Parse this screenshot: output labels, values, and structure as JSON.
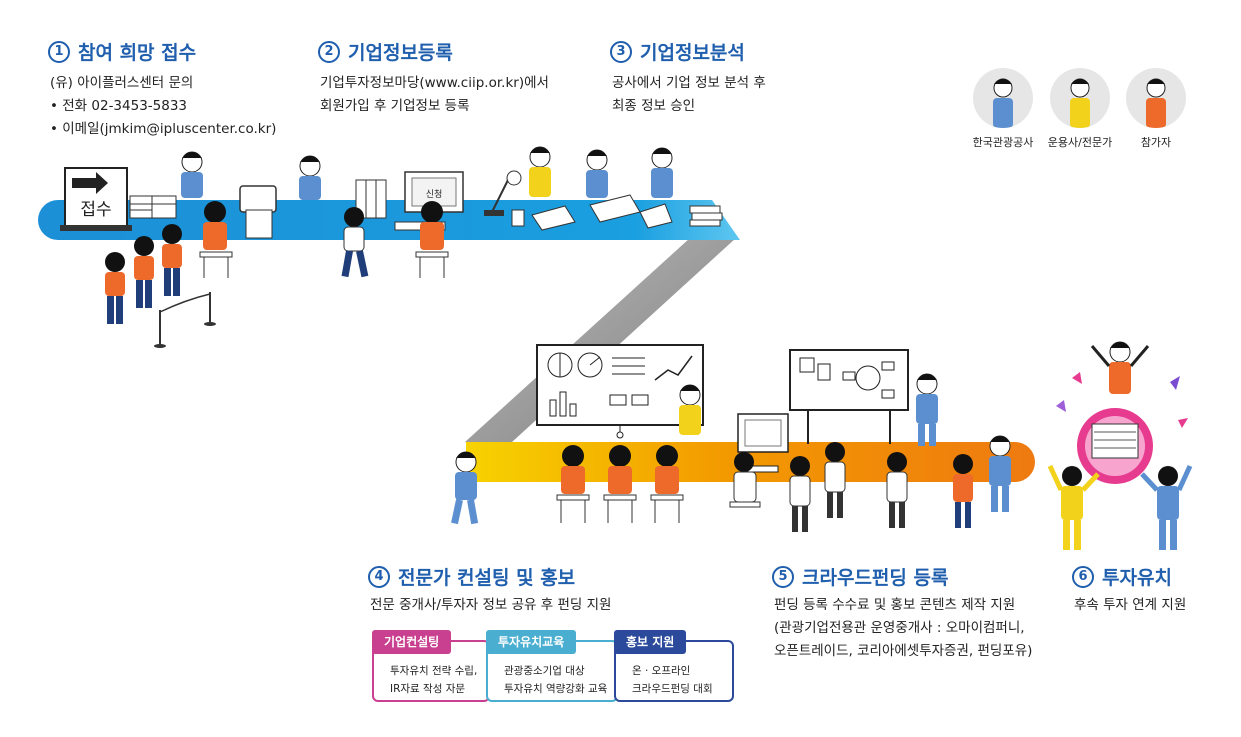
{
  "steps": [
    {
      "number": "1",
      "title": "참여 희망 접수",
      "lines": [
        "(유) 아이플러스센터 문의",
        "• 전화 02-3453-5833",
        "• 이메일(jmkim@ipluscenter.co.kr)"
      ]
    },
    {
      "number": "2",
      "title": "기업정보등록",
      "lines": [
        "기업투자정보마당(www.ciip.or.kr)에서",
        "회원가입 후 기업정보 등록"
      ]
    },
    {
      "number": "3",
      "title": "기업정보분석",
      "lines": [
        "공사에서 기업 정보 분석 후",
        "최종 정보 승인"
      ]
    },
    {
      "number": "4",
      "title": "전문가 컨설팅 및 홍보",
      "lines": [
        "전문 중개사/투자자 정보 공유 후 펀딩 지원"
      ]
    },
    {
      "number": "5",
      "title": "크라우드펀딩 등록",
      "lines": [
        "펀딩 등록 수수료 및 홍보 콘텐츠 제작 지원",
        "(관광기업전용관 운영중개사 : 오마이컴퍼니,",
        "오픈트레이드, 코리아에셋투자증권, 펀딩포유)"
      ]
    },
    {
      "number": "6",
      "title": "투자유치",
      "lines": [
        "후속 투자 연계 지원"
      ]
    }
  ],
  "legend": [
    {
      "label": "한국관광공사",
      "color": "#5b8fd0"
    },
    {
      "label": "운용사/전문가",
      "color": "#f2d21b"
    },
    {
      "label": "참가자",
      "color": "#ee6a2a"
    }
  ],
  "boxes": [
    {
      "tag": "기업컨설팅",
      "color": "#c8408f",
      "lines": [
        "투자유치 전략 수립,",
        "IR자료 작성 자문"
      ]
    },
    {
      "tag": "투자유치교육",
      "color": "#4aaed0",
      "lines": [
        "관광중소기업 대상",
        "투자유치 역량강화 교육"
      ]
    },
    {
      "tag": "홍보 지원",
      "color": "#2b4a9c",
      "lines": [
        "온 · 오프라인",
        "크라우드펀딩 대회"
      ]
    }
  ],
  "signs": {
    "reception": "접수",
    "monitor": "신청"
  },
  "colors": {
    "title": "#1f5fae",
    "belt_top": "#1c8fd6",
    "belt_bottom": "#f5a300",
    "connector": "#8c8c8c"
  }
}
